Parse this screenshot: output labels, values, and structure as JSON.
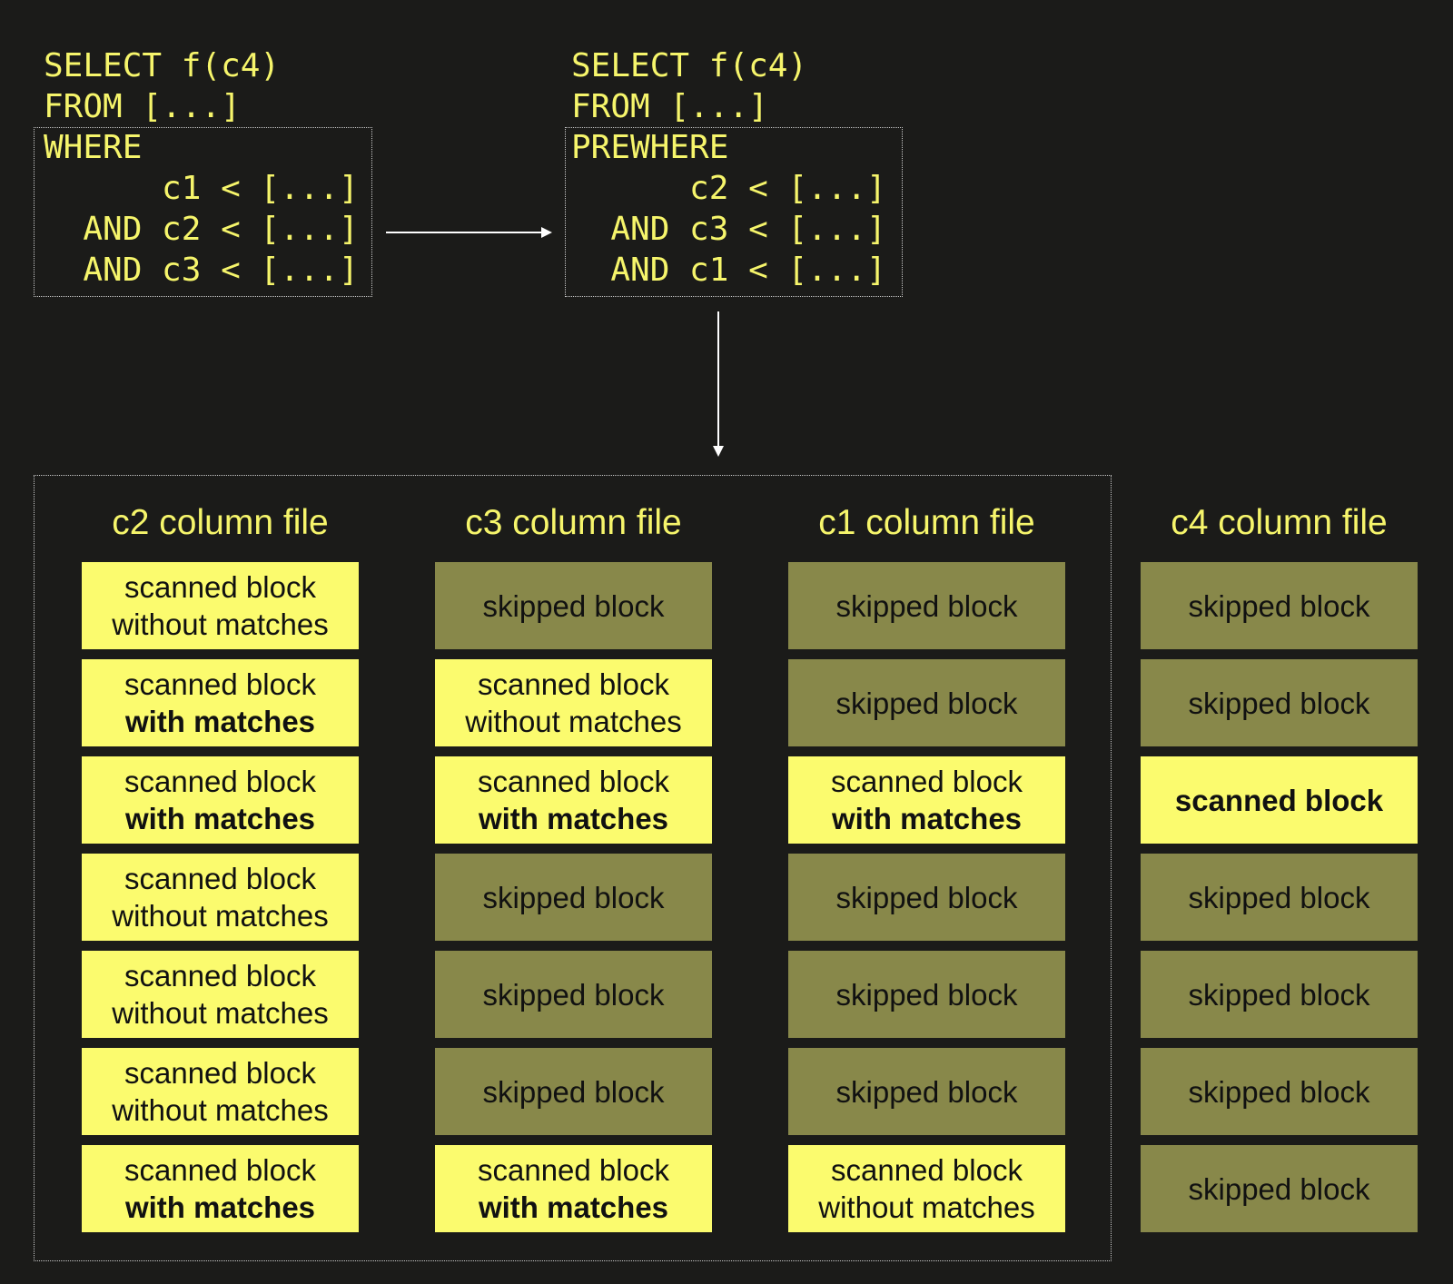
{
  "left_query": {
    "line1": "SELECT f(c4)",
    "line2": "FROM [...]",
    "clause": "WHERE\n      c1 < [...]\n  AND c2 < [...]\n  AND c3 < [...]"
  },
  "right_query": {
    "line1": "SELECT f(c4)",
    "line2": "FROM [...]",
    "clause": "PREWHERE\n      c2 < [...]\n  AND c3 < [...]\n  AND c1 < [...]"
  },
  "colors": {
    "background": "#1b1b19",
    "text": "#f6f56b",
    "scanned_block": "#fbfb6e",
    "skipped_block": "#88884a"
  },
  "columns": [
    {
      "title": "c2 column file",
      "blocks": [
        {
          "type": "scanned",
          "line1": "scanned block",
          "line2": "without matches",
          "bold2": false
        },
        {
          "type": "scanned",
          "line1": "scanned block",
          "line2": "with matches",
          "bold2": true
        },
        {
          "type": "scanned",
          "line1": "scanned block",
          "line2": "with matches",
          "bold2": true
        },
        {
          "type": "scanned",
          "line1": "scanned block",
          "line2": "without matches",
          "bold2": false
        },
        {
          "type": "scanned",
          "line1": "scanned block",
          "line2": "without matches",
          "bold2": false
        },
        {
          "type": "scanned",
          "line1": "scanned block",
          "line2": "without matches",
          "bold2": false
        },
        {
          "type": "scanned",
          "line1": "scanned block",
          "line2": "with matches",
          "bold2": true
        }
      ]
    },
    {
      "title": "c3 column file",
      "blocks": [
        {
          "type": "skipped",
          "line1": "skipped block"
        },
        {
          "type": "scanned",
          "line1": "scanned block",
          "line2": "without matches",
          "bold2": false
        },
        {
          "type": "scanned",
          "line1": "scanned block",
          "line2": "with matches",
          "bold2": true
        },
        {
          "type": "skipped",
          "line1": "skipped block"
        },
        {
          "type": "skipped",
          "line1": "skipped block"
        },
        {
          "type": "skipped",
          "line1": "skipped block"
        },
        {
          "type": "scanned",
          "line1": "scanned block",
          "line2": "with matches",
          "bold2": true
        }
      ]
    },
    {
      "title": "c1 column file",
      "blocks": [
        {
          "type": "skipped",
          "line1": "skipped block"
        },
        {
          "type": "skipped",
          "line1": "skipped block"
        },
        {
          "type": "scanned",
          "line1": "scanned block",
          "line2": "with matches",
          "bold2": true
        },
        {
          "type": "skipped",
          "line1": "skipped block"
        },
        {
          "type": "skipped",
          "line1": "skipped block"
        },
        {
          "type": "skipped",
          "line1": "skipped block"
        },
        {
          "type": "scanned",
          "line1": "scanned block",
          "line2": "without matches",
          "bold2": false
        }
      ]
    },
    {
      "title": "c4 column file",
      "blocks": [
        {
          "type": "skipped",
          "line1": "skipped block"
        },
        {
          "type": "skipped",
          "line1": "skipped block"
        },
        {
          "type": "scanned",
          "line1": "scanned block",
          "bold1": true
        },
        {
          "type": "skipped",
          "line1": "skipped block"
        },
        {
          "type": "skipped",
          "line1": "skipped block"
        },
        {
          "type": "skipped",
          "line1": "skipped block"
        },
        {
          "type": "skipped",
          "line1": "skipped block"
        }
      ]
    }
  ]
}
